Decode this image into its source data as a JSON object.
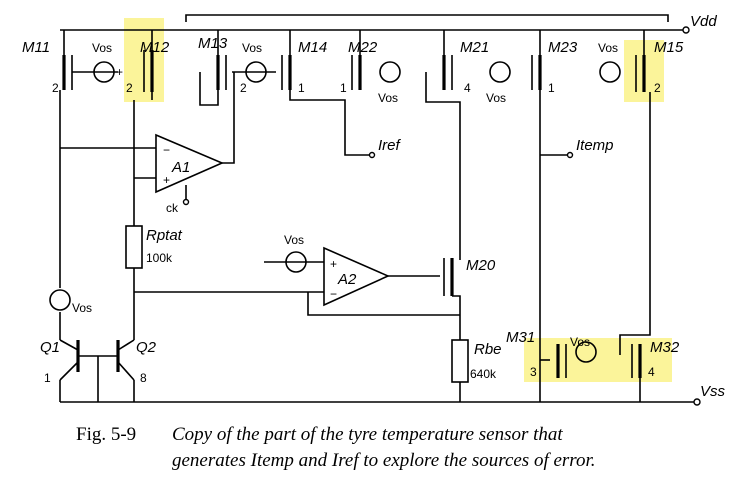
{
  "supply": {
    "vdd": "Vdd",
    "vss": "Vss"
  },
  "transistors": {
    "m11": "M11",
    "m12": "M12",
    "m13": "M13",
    "m14": "M14",
    "m22": "M22",
    "m21": "M21",
    "m23": "M23",
    "m15": "M15",
    "m20": "M20",
    "m31": "M31",
    "m32": "M32"
  },
  "multipliers": {
    "m11": "2",
    "m12": "2",
    "m13": "2",
    "m14": "1",
    "m22": "1",
    "m21": "4",
    "m23": "1",
    "m15": "2",
    "m31": "3",
    "m32": "4",
    "q1": "1",
    "q2": "8"
  },
  "offsets": {
    "label": "Vos",
    "plus": "+",
    "minus": "−"
  },
  "amplifiers": {
    "a1": "A1",
    "a2": "A2",
    "clock": "ck"
  },
  "resistors": {
    "rptat": {
      "name": "Rptat",
      "value": "100k"
    },
    "rbe": {
      "name": "Rbe",
      "value": "640k"
    }
  },
  "bjts": {
    "q1": "Q1",
    "q2": "Q2"
  },
  "outputs": {
    "iref": "Iref",
    "itemp": "Itemp"
  },
  "caption": {
    "number": "Fig. 5-9",
    "line1": "Copy of the part of the tyre temperature sensor that",
    "line2": "generates Itemp and Iref to explore the sources of error."
  },
  "colors": {
    "highlight": "#fbf49a",
    "ink": "#000000"
  }
}
